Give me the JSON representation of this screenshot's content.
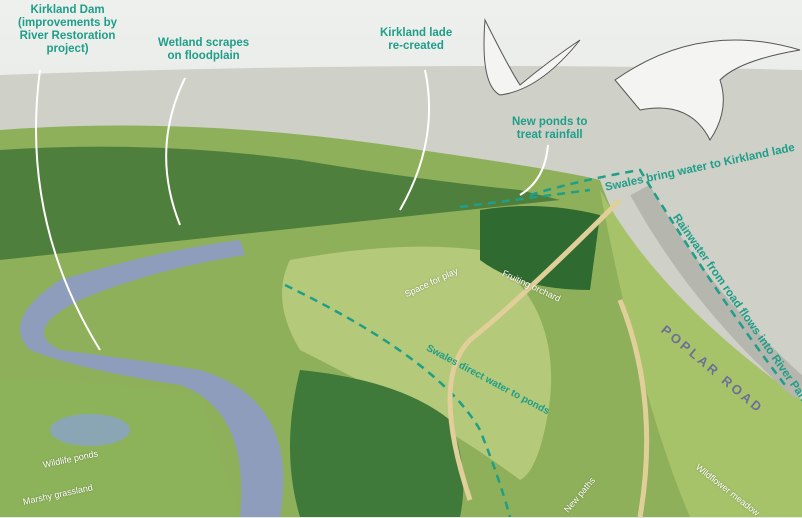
{
  "callouts": {
    "kirkland_dam": "Kirkland Dam\n(improvements by\nRiver Restoration\nproject)",
    "wetland_scrapes": "Wetland scrapes\non floodplain",
    "kirkland_lade": "Kirkland lade\nre-created",
    "new_ponds": "New ponds to\ntreat rainfall",
    "swales_bring": "Swales bring water to Kirkland lade",
    "rainwater_road": "Rainwater from road flows into River Park",
    "swales_direct": "Swales direct water to ponds"
  },
  "area_labels": {
    "space_for_play": "Space for play",
    "fruiting_orchard": "Fruiting orchard",
    "wildlife_ponds": "Wildlife ponds",
    "marshy_grassland": "Marshy grassland",
    "new_paths": "New paths",
    "wildflower_meadow": "Wildflower meadow",
    "poplar_road": "POPLAR ROAD"
  },
  "colors": {
    "accent": "#1f9e88",
    "grass": "#a9c46a",
    "river": "#8e9dbc",
    "town": "#d4d4cc"
  }
}
